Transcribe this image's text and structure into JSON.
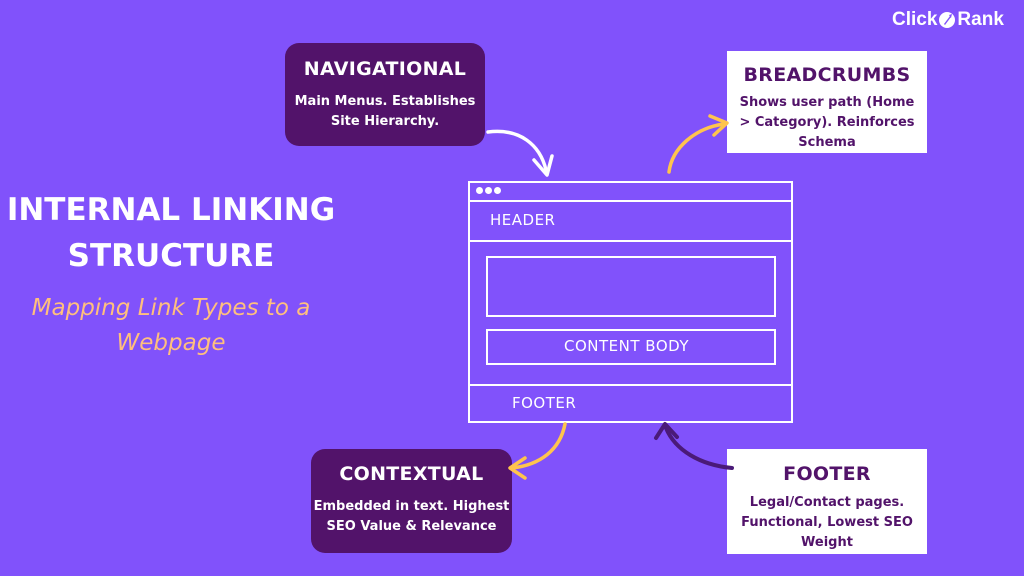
{
  "brand": {
    "name_left": "Click",
    "name_right": "Rank",
    "logo_icon": "rocket-icon"
  },
  "title": {
    "line1": "INTERNAL LINKING",
    "line2": "STRUCTURE"
  },
  "subtitle": {
    "line1": "Mapping Link Types to a",
    "line2": "Webpage"
  },
  "boxes": {
    "navigational": {
      "heading": "NAVIGATIONAL",
      "line1": "Main Menus. Establishes",
      "line2": "Site Hierarchy."
    },
    "breadcrumbs": {
      "heading": "BREADCRUMBS",
      "line1": "Shows user path (Home",
      "line2": "> Category). Reinforces",
      "line3": "Schema"
    },
    "contextual": {
      "heading": "CONTEXTUAL",
      "line1": "Embedded in text. Highest",
      "line2": "SEO Value & Relevance"
    },
    "footer": {
      "heading": "FOOTER",
      "line1": "Legal/Contact pages.",
      "line2": "Functional, Lowest SEO",
      "line3": "Weight"
    }
  },
  "wireframe": {
    "header_label": "HEADER",
    "content_label": "CONTENT BODY",
    "footer_label": "FOOTER"
  },
  "colors": {
    "background": "#8152fb",
    "dark_box": "#52136a",
    "accent_orange": "#ffbf7d",
    "arrow_yellow": "#ffc44d",
    "arrow_dark": "#4a1a78"
  }
}
